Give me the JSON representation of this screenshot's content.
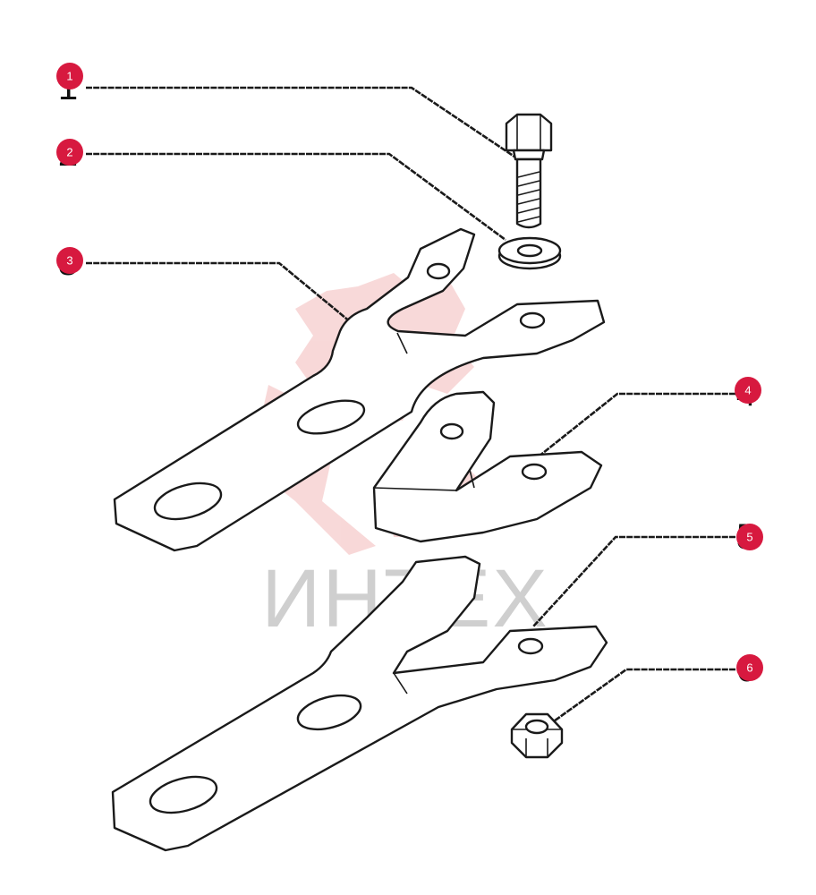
{
  "watermark": {
    "text": "ИНТЕХ",
    "color": "#cfcfcf",
    "logo_color": "#f3b9b9"
  },
  "accent_color": "#d7193f",
  "callouts": [
    {
      "id": "1",
      "label": "1",
      "part": "bolt"
    },
    {
      "id": "2",
      "label": "2",
      "part": "washer"
    },
    {
      "id": "3",
      "label": "3",
      "part": "upper-plate"
    },
    {
      "id": "4",
      "label": "4",
      "part": "middle-bracket"
    },
    {
      "id": "5",
      "label": "5",
      "part": "lower-plate"
    },
    {
      "id": "6",
      "label": "6",
      "part": "nut"
    }
  ]
}
